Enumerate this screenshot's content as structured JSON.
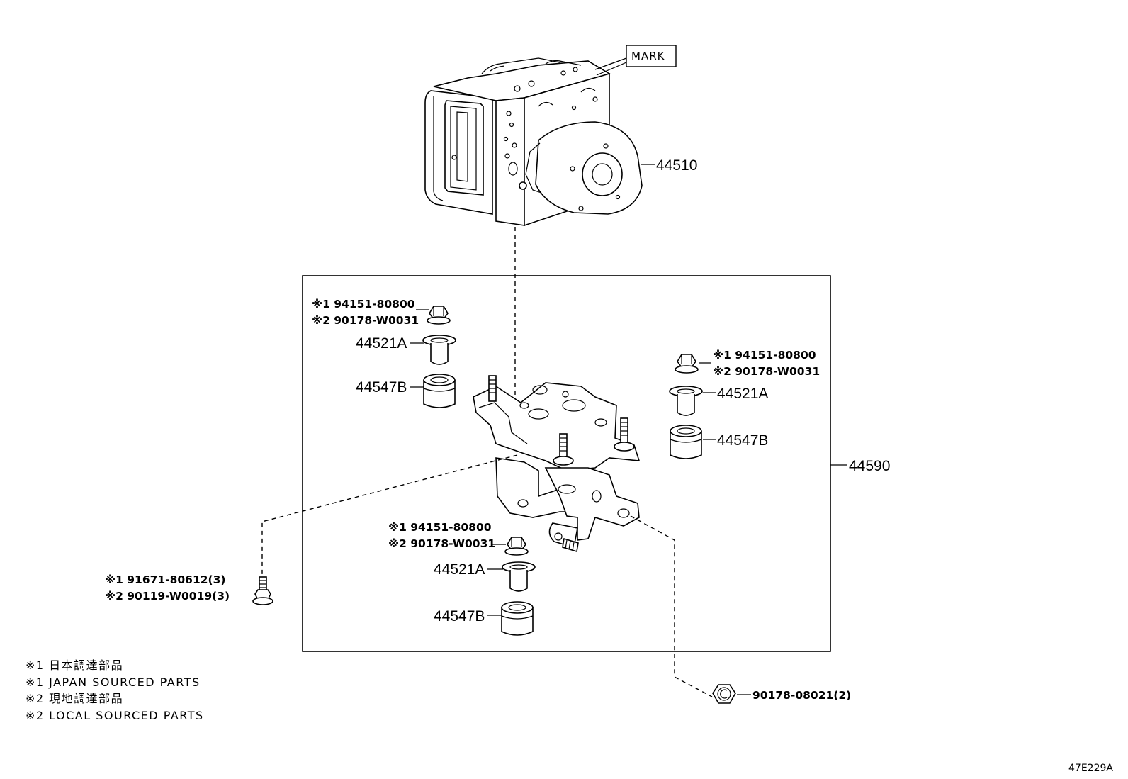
{
  "labels": {
    "mark": "MARK",
    "actuator": "44510",
    "bracket_assy": "44590",
    "cushion_a": "44521A",
    "spacer_b": "44547B",
    "nut_jp": "※1 94151-80800",
    "nut_local": "※2 90178-W0031",
    "bolt_jp": "※1 91671-80612(3)",
    "bolt_local": "※2 90119-W0019(3)",
    "nut_bottom": "90178-08021(2)",
    "diagram_id": "47E229A"
  },
  "notes": [
    "※1 日本調達部品",
    "※1 JAPAN SOURCED PARTS",
    "※2 現地調達部品",
    "※2 LOCAL SOURCED PARTS"
  ]
}
